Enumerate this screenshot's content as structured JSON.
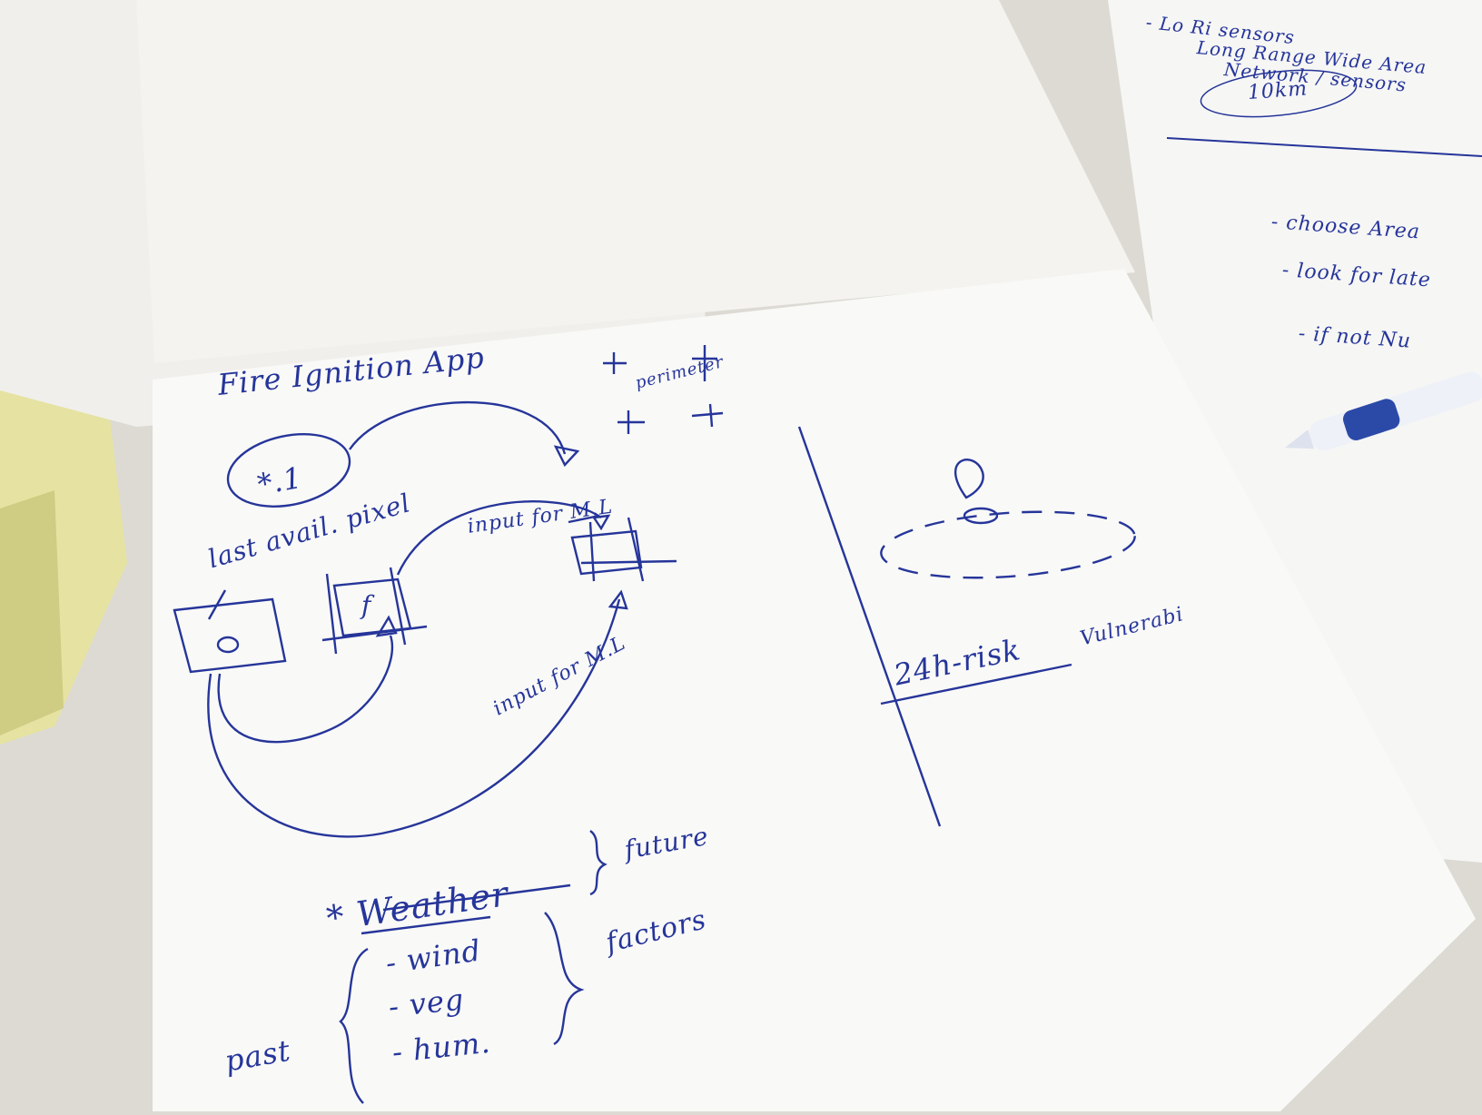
{
  "sketch_notes": {
    "title": "Fire Ignition App",
    "step_label": "*.1",
    "perimeter": "perimeter",
    "last_pixel": "last avail. pixel",
    "input_ml_top": "input for M.L",
    "input_ml_bottom": "input for M.L",
    "box_f": "f",
    "risk": "24h-risk",
    "vulnerability": "Vulnerabi",
    "weather_heading": "* Weather",
    "future": "future",
    "factors": "factors",
    "past": "past",
    "weather_items": [
      "- wind",
      "- veg",
      "- hum."
    ]
  },
  "right_page_notes": {
    "line1": "- Lo Ri sensors",
    "line2": "Long Range Wide Area",
    "line3": "Network / sensors",
    "circled": "10km",
    "bullets": [
      "- choose Area",
      "- look for late",
      "- if not Nu"
    ]
  },
  "colors": {
    "ink": "#26359a",
    "paper": "#f7f7f4",
    "table": "#dcdad3",
    "sticky_note": "#e9e7a8",
    "pen_body": "#2b4aa8"
  }
}
